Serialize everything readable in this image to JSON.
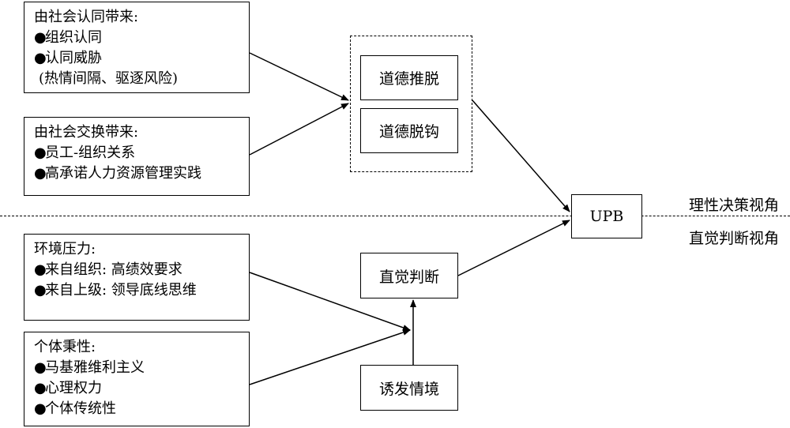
{
  "social_identity": {
    "title": "由社会认同带来:",
    "items": [
      "组织认同",
      "认同威胁"
    ],
    "note": "(热情间隔、驱逐风险)"
  },
  "social_exchange": {
    "title": "由社会交换带来:",
    "items": [
      "员工-组织关系",
      "高承诺人力资源管理实践"
    ]
  },
  "moral": {
    "disengagement": "道德推脱",
    "decoupling": "道德脱钩"
  },
  "outcome": {
    "label": "UPB"
  },
  "perspectives": {
    "rational": "理性决策视角",
    "intuitive": "直觉判断视角"
  },
  "env_pressure": {
    "title": "环境压力:",
    "items": [
      "来自组织: 高绩效要求",
      "来自上级: 领导底线思维"
    ]
  },
  "traits": {
    "title": "个体秉性:",
    "items": [
      "马基雅维利主义",
      "心理权力",
      "个体传统性"
    ]
  },
  "intuition": {
    "label": "直觉判断"
  },
  "trigger": {
    "label": "诱发情境"
  }
}
